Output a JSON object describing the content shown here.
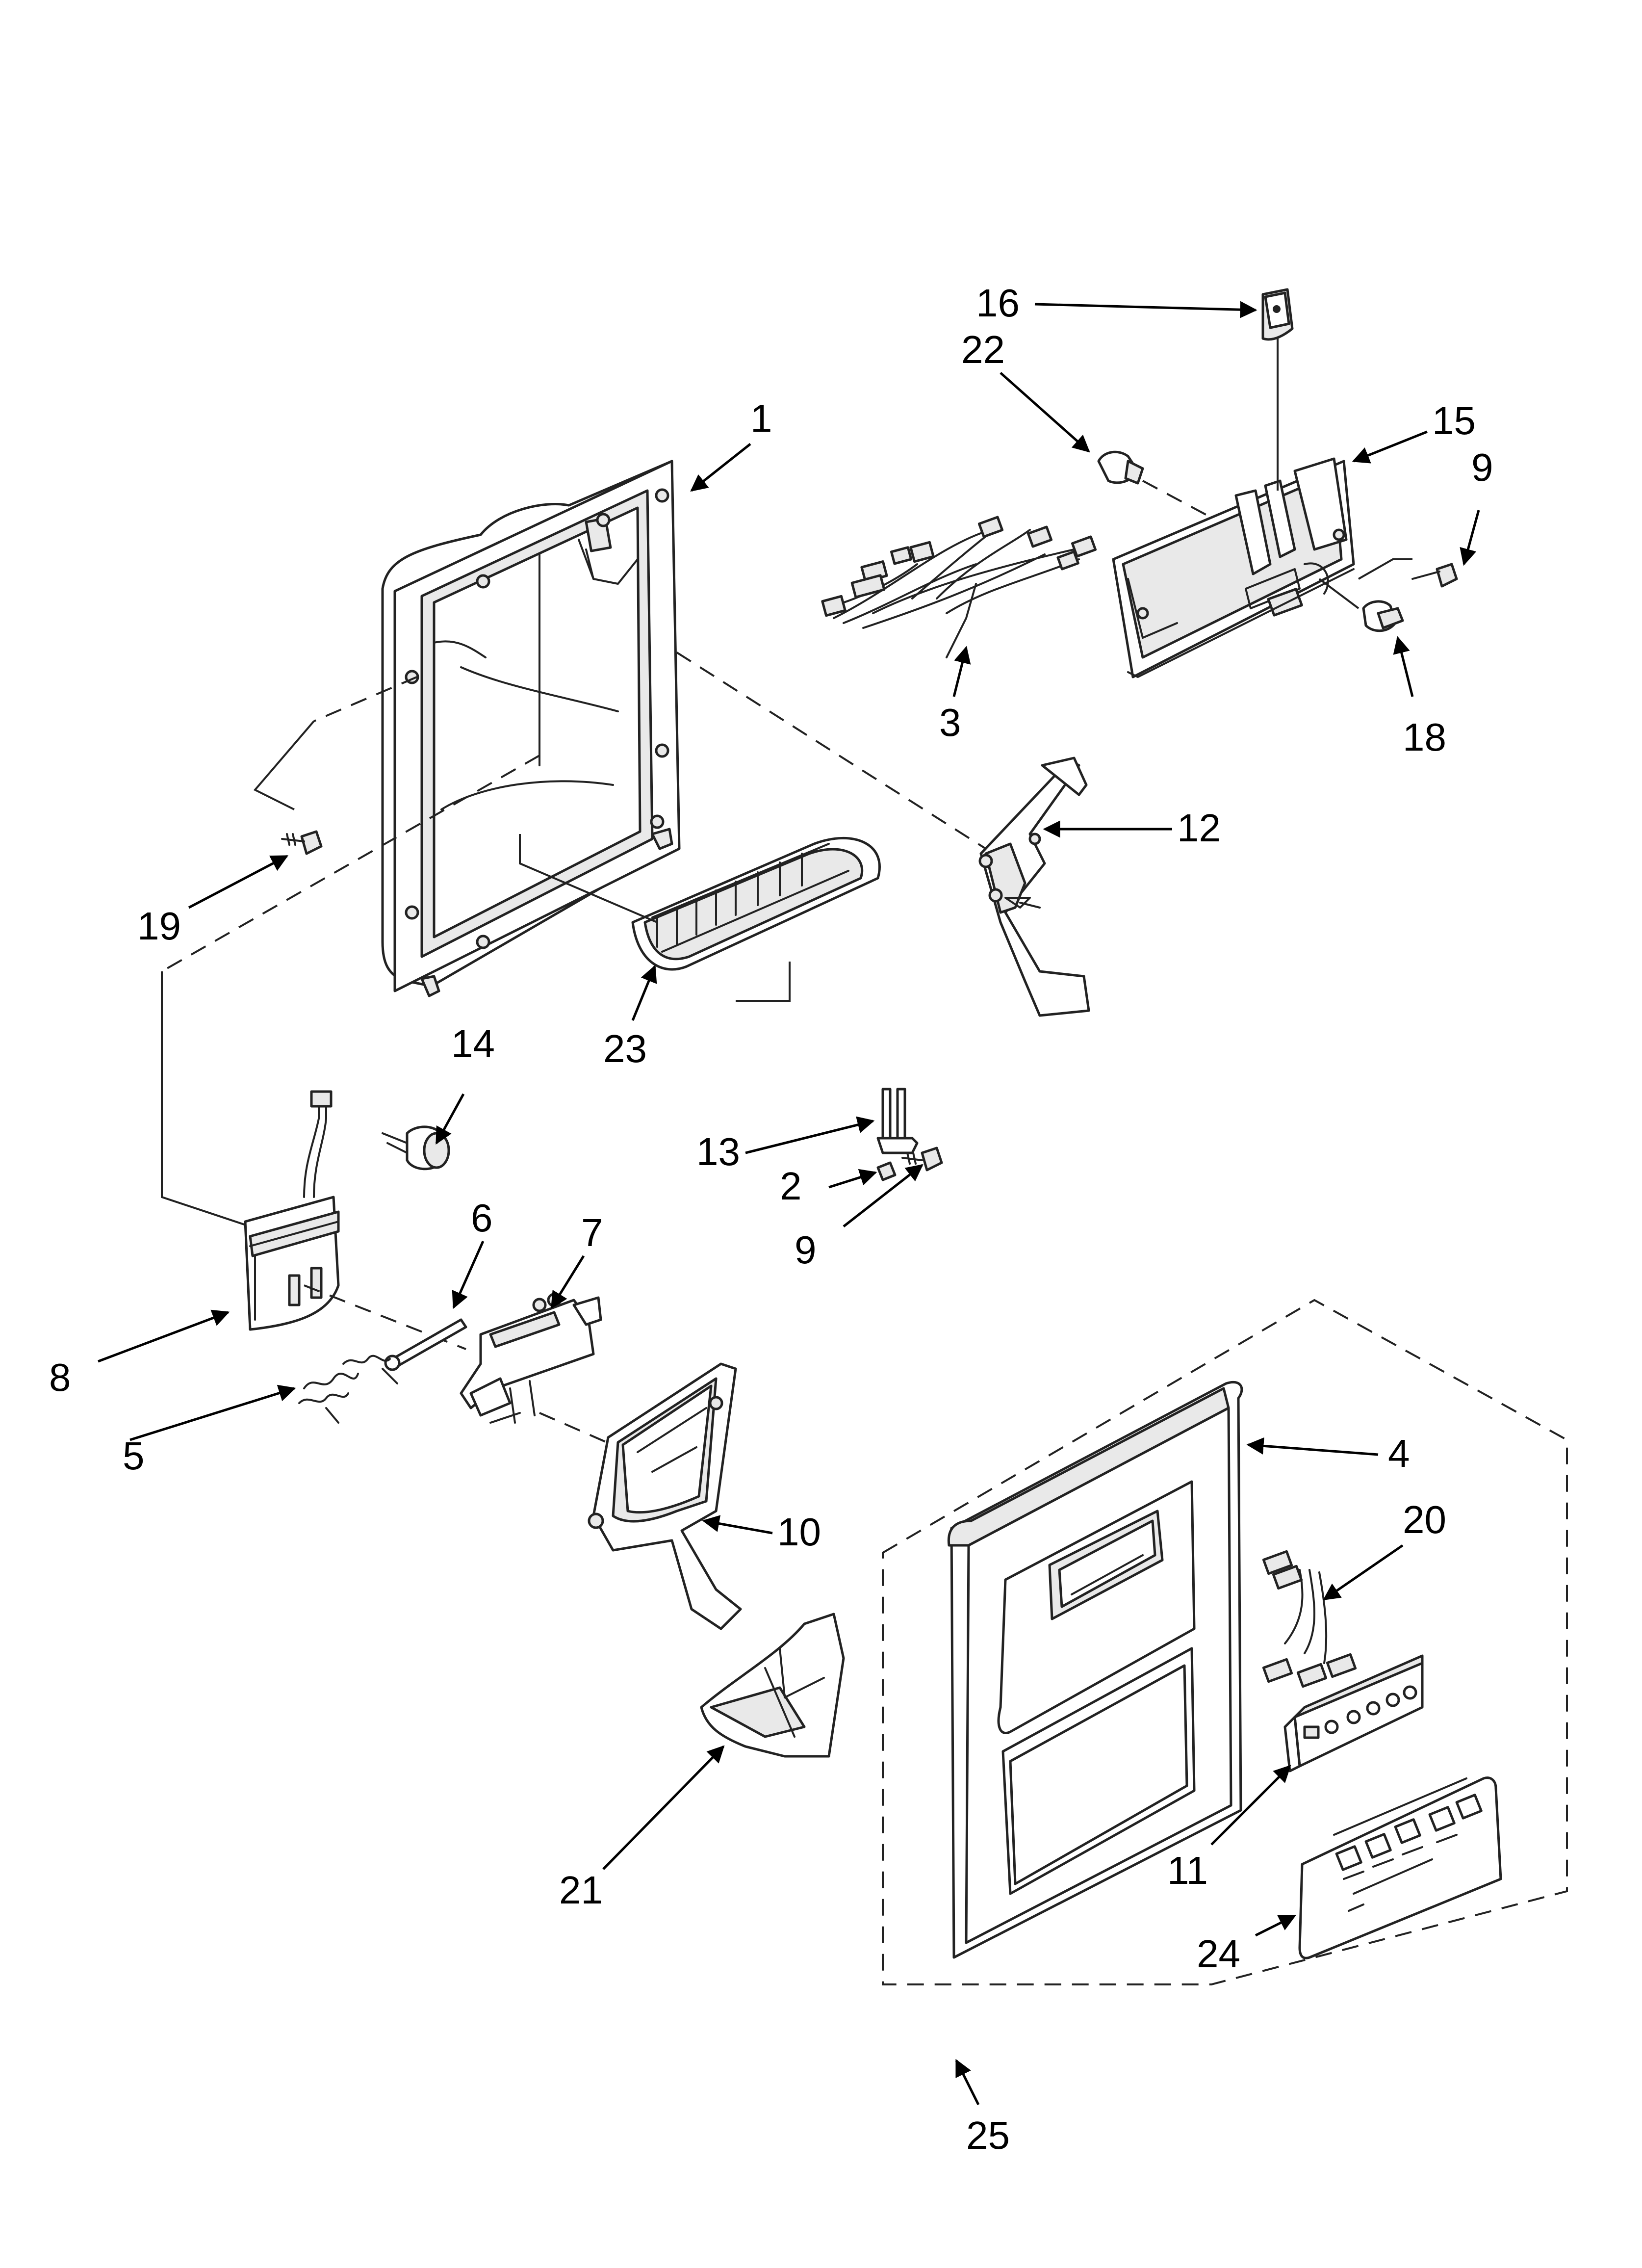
{
  "callouts": {
    "c1": "1",
    "c2": "2",
    "c3": "3",
    "c4": "4",
    "c5": "5",
    "c6": "6",
    "c7": "7",
    "c8": "8",
    "c9a": "9",
    "c9b": "9",
    "c10": "10",
    "c11": "11",
    "c12": "12",
    "c13": "13",
    "c14": "14",
    "c15": "15",
    "c16": "16",
    "c18": "18",
    "c19": "19",
    "c20": "20",
    "c21": "21",
    "c22": "22",
    "c23": "23",
    "c24": "24",
    "c25": "25"
  },
  "colors": {
    "line": "#222222",
    "background": "#ffffff",
    "shade": "#e9e9e9"
  }
}
